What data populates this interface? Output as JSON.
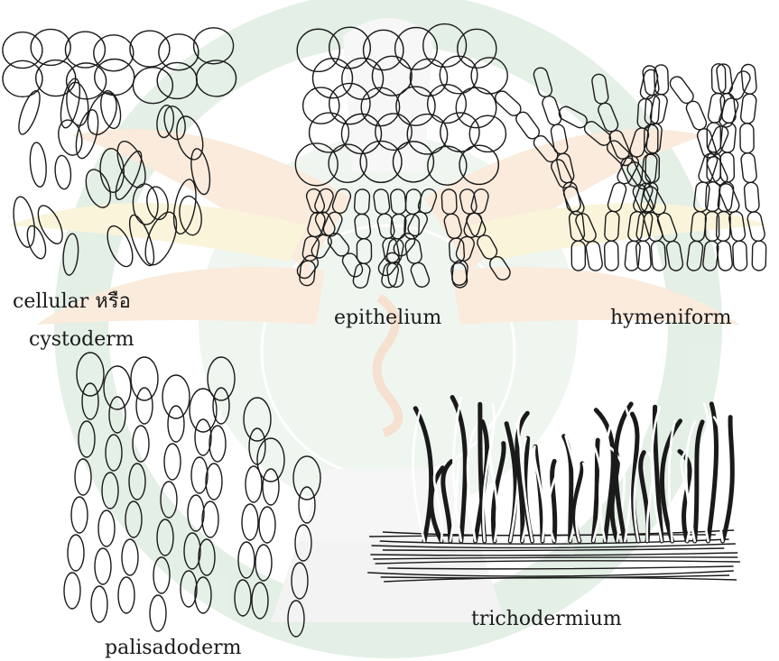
{
  "figure": {
    "panels": [
      {
        "id": "cellular",
        "label_lines": [
          "cellular หรือ",
          "cystoderm"
        ]
      },
      {
        "id": "epithelium",
        "label": "epithelium"
      },
      {
        "id": "hymeniform",
        "label": "hymeniform"
      },
      {
        "id": "palisadoderm",
        "label": "palisadoderm"
      },
      {
        "id": "trichodermium",
        "label": "trichodermium"
      }
    ]
  },
  "colors": {
    "ink": "#1a1a1a",
    "watermark_green": "#cfe3d2",
    "watermark_orange": "#f7dcc0",
    "watermark_yellow": "#f6eebd"
  }
}
